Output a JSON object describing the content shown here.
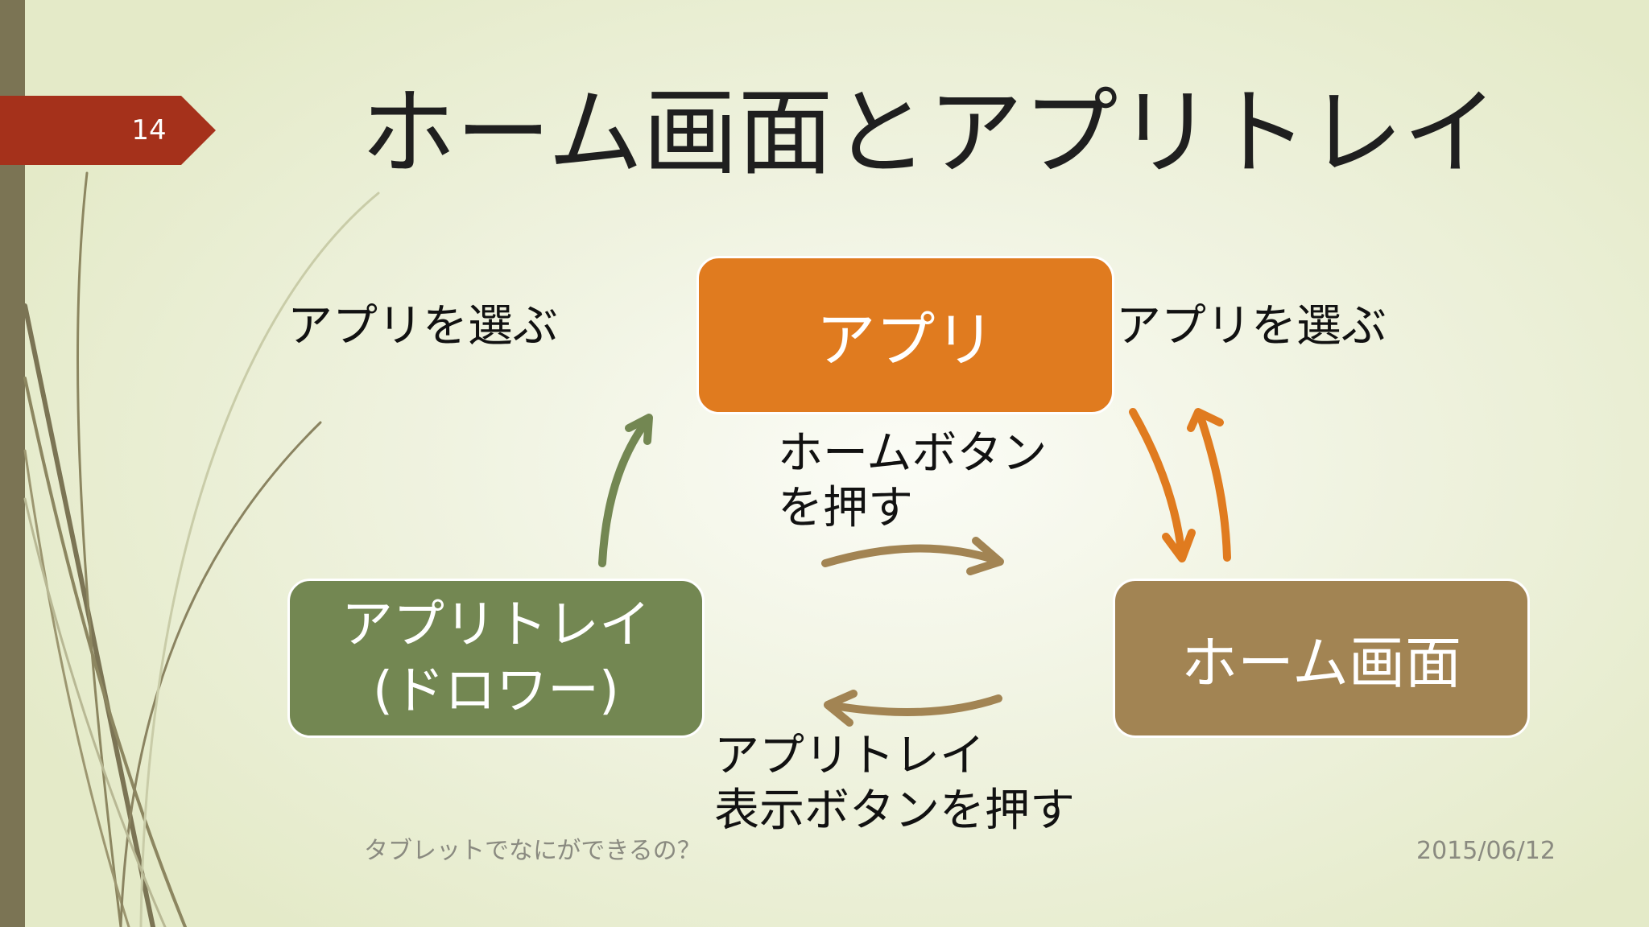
{
  "slide": {
    "number": "14",
    "title": "ホーム画面とアプリトレイ"
  },
  "nodes": {
    "app": "アプリ",
    "home": "ホーム画面",
    "tray_line1": "アプリトレイ",
    "tray_line2": "(ドロワー)"
  },
  "labels": {
    "select_app_left": "アプリを選ぶ",
    "select_app_right": "アプリを選ぶ",
    "home_button_line1": "ホームボタン",
    "home_button_line2": "を押す",
    "tray_button_line1": "アプリトレイ",
    "tray_button_line2": "表示ボタンを押す"
  },
  "footer": {
    "left": "タブレットでなにができるの？",
    "date": "2015/06/12"
  },
  "colors": {
    "app": "#e07b1f",
    "home": "#a28453",
    "tray": "#738752",
    "slide_number_tag": "#a5311b",
    "left_bar": "#7b7454"
  }
}
